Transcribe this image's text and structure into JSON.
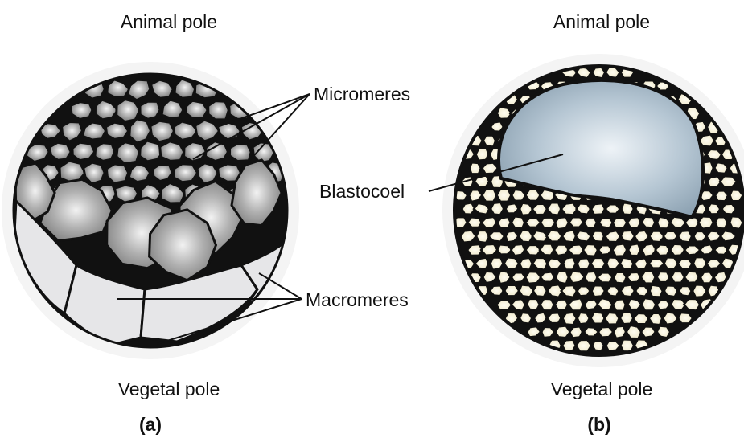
{
  "panel_a": {
    "top_label": "Animal pole",
    "bottom_label": "Vegetal pole",
    "panel_label": "(a)",
    "callout_upper": "Micromeres",
    "callout_lower": "Macromeres"
  },
  "panel_b": {
    "top_label": "Animal pole",
    "bottom_label": "Vegetal pole",
    "panel_label": "(b)",
    "callout": "Blastocoel"
  },
  "colors": {
    "cell_outline": "#111111",
    "micromere_fill": "#8a8a8a",
    "macromere_fill": "#e8e8ea",
    "blastula_cell": "#f7f3df",
    "blastocoel": "#9db1c0"
  }
}
